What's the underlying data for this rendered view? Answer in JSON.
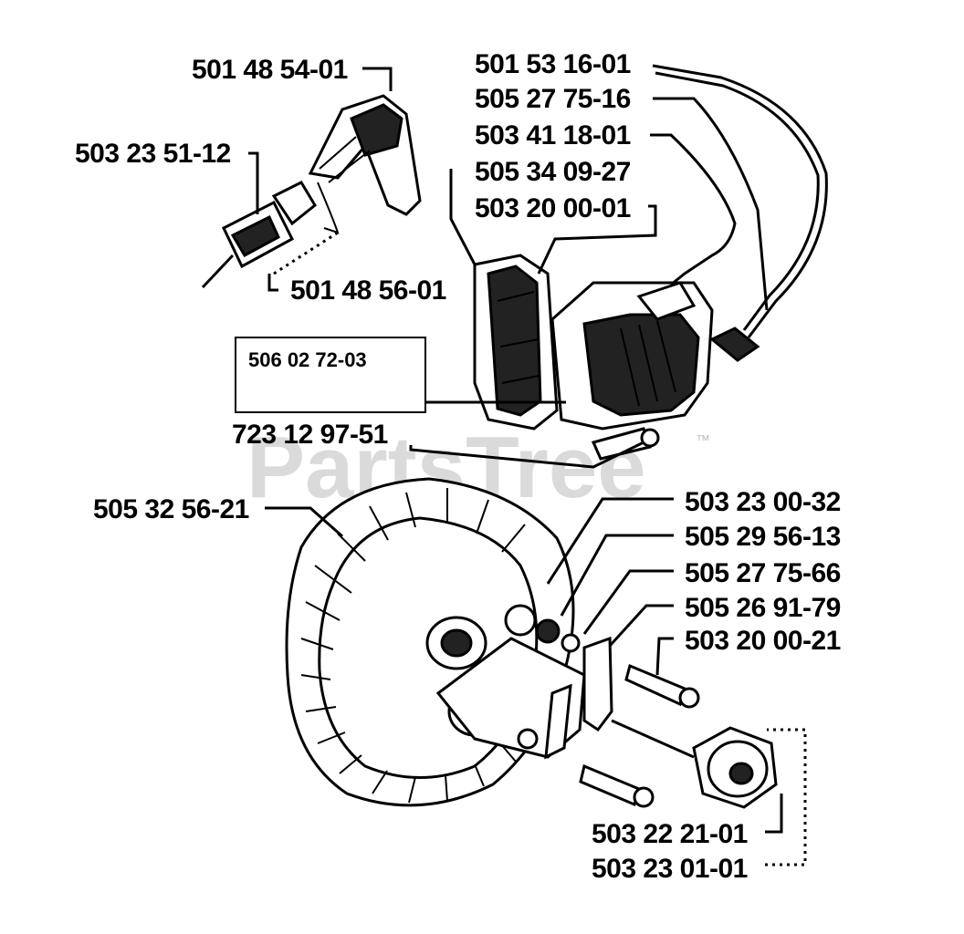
{
  "watermark": {
    "brand": "PartsTree",
    "trademark": "™"
  },
  "callouts": {
    "boot": "501 48 54-01",
    "plug": "503 23 51-12",
    "spring": "501 48 56-01",
    "wire": "501 53 16-01",
    "terminal": "505 27 75-16",
    "clip": "503 41 18-01",
    "screw_coil": "505 34 09-27",
    "washer_coil": "503 20 00-01",
    "coil_module": "506 02 72-03",
    "bolt_coil": "723 12 97-51",
    "flywheel": "505 32 56-21",
    "pawl": "503 23 00-32",
    "pawl_spring": "505 29 56-13",
    "washer": "505 27 75-66",
    "pawl_pin": "505 26 91-79",
    "screw": "503 20 00-21",
    "nut": "503 22 21-01",
    "starter_cup": "503 23 01-01"
  }
}
